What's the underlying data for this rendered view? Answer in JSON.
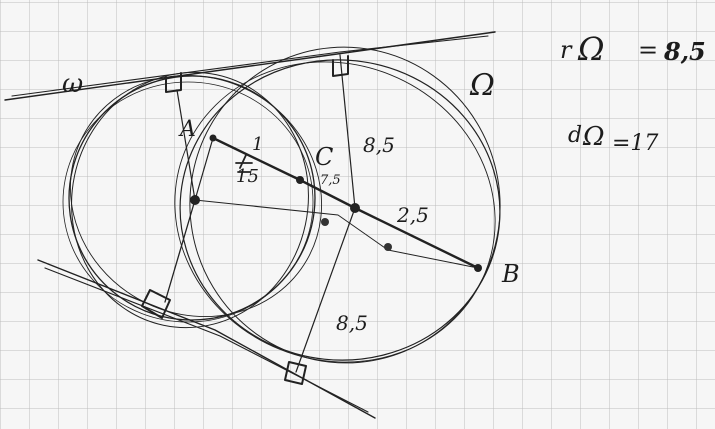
{
  "paper": {
    "background": "#f6f6f6",
    "grid_color": "#bdbdbd",
    "ink_color": "#222222"
  },
  "labels": {
    "omega": "ω",
    "Omega": "Ω",
    "A": "A",
    "B": "B",
    "C": "C",
    "d_AC": "1",
    "d_AB": "15",
    "d_C": "7,5",
    "d_top": "8,5",
    "d_right": "2,5",
    "d_bottom": "8,5"
  },
  "notes": {
    "r_prefix": "r",
    "r_omega": "Ω",
    "r_eq": "=",
    "r_value": "8,5",
    "d_prefix": "d",
    "d_omega": "Ω",
    "d_value": "=17"
  }
}
